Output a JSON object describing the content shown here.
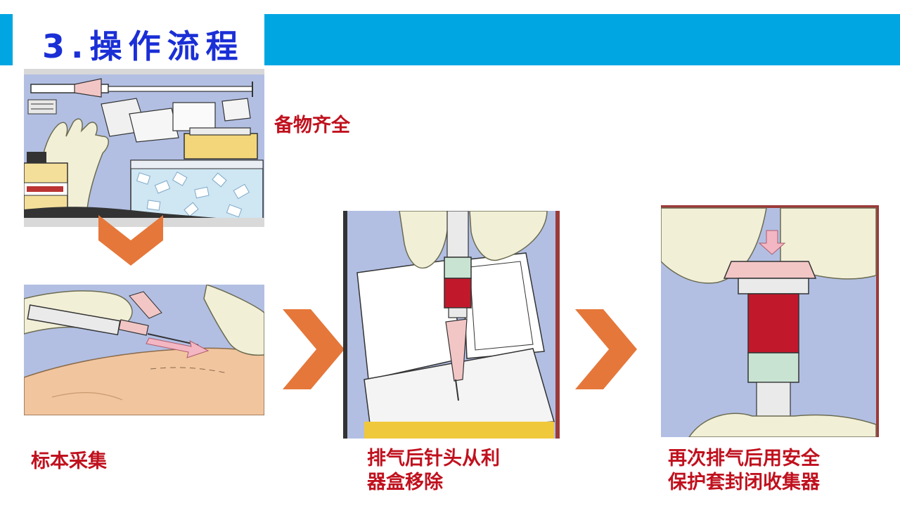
{
  "slide": {
    "title": "3.操作流程"
  },
  "steps": [
    {
      "id": "supplies",
      "caption_lines": [
        "备物齐全"
      ]
    },
    {
      "id": "sampling",
      "caption_lines": [
        "标本采集"
      ]
    },
    {
      "id": "remove-needle",
      "caption_lines": [
        "排气后针头从利",
        "器盒移除"
      ]
    },
    {
      "id": "cap",
      "caption_lines": [
        "再次排气后用安全",
        "保护套封闭收集器"
      ]
    }
  ],
  "colors": {
    "title_bar": "#00a6e2",
    "title_text": "#1a2fd6",
    "caption_text": "#c0111e",
    "arrow": "#e5773a"
  },
  "icons": [
    "arrow-down-icon",
    "arrow-right-icon",
    "arrow-right-icon"
  ]
}
